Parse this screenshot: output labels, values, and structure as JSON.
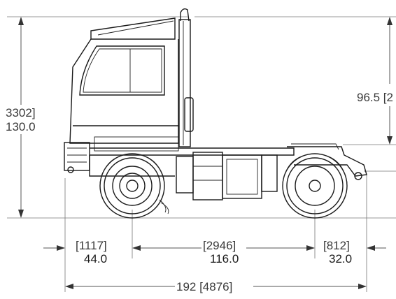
{
  "dimensions": {
    "overall_height_mm": "3302]",
    "overall_height_in": "130.0",
    "fifth_wheel_height_in": "96.5 [2",
    "front_overhang_mm": "[1117]",
    "front_overhang_in": "44.0",
    "wheelbase_mm": "[2946]",
    "wheelbase_in": "116.0",
    "rear_overhang_mm": "[812]",
    "rear_overhang_in": "32.0",
    "overall_length": "192 [4876]"
  }
}
